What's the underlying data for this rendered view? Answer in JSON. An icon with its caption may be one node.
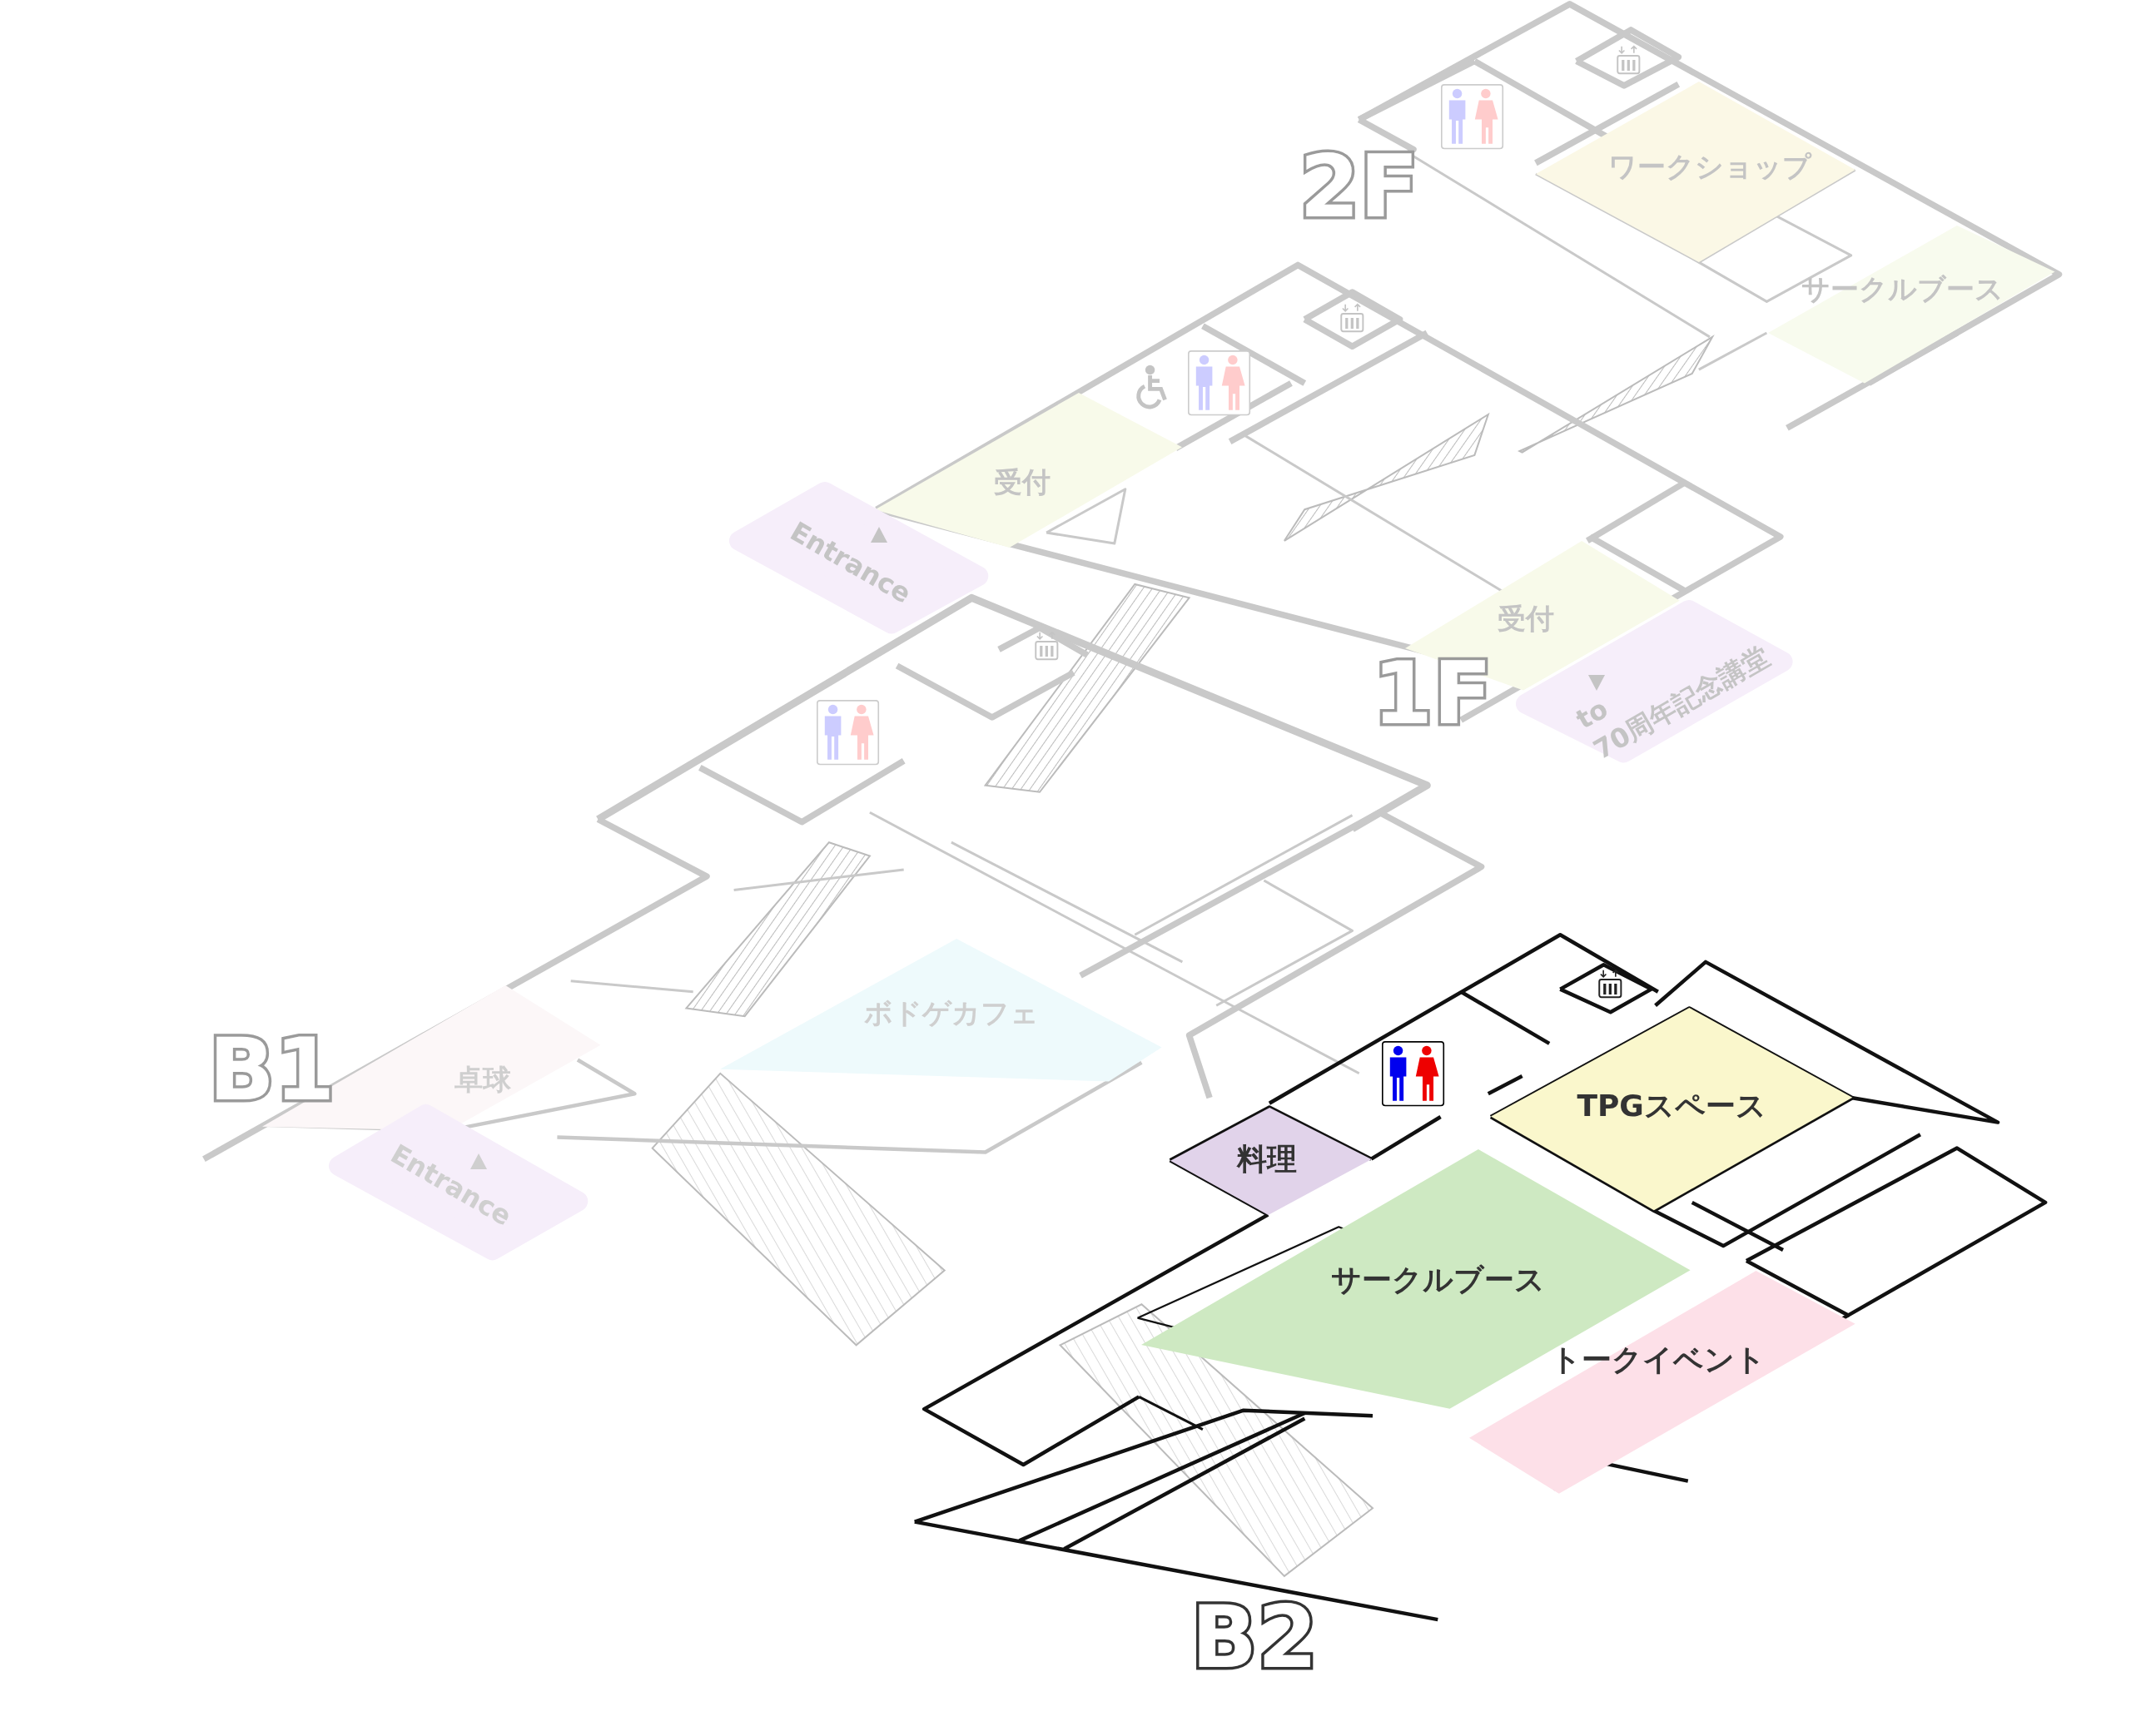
{
  "diagram": {
    "nodes": [
      {
        "text": [
          "ワークショップ"
        ]
      },
      {
        "text": [
          "サークルブース"
        ]
      },
      {
        "text": [
          "受付"
        ]
      },
      {
        "text": [
          "受付"
        ]
      },
      {
        "text": [
          "Entrance"
        ]
      },
      {
        "text": [
          "to 70周年記念講堂"
        ]
      },
      {
        "text": [
          "卓球"
        ]
      },
      {
        "text": [
          "Entrance"
        ]
      },
      {
        "text": [
          "ボドゲカフェ"
        ]
      },
      {
        "text": [
          "料理"
        ]
      },
      {
        "text": [
          "TPGスペース"
        ]
      },
      {
        "text": [
          "サークルブース"
        ]
      },
      {
        "text": [
          "トークイベント"
        ]
      }
    ],
    "labels": [
      "2F",
      "1F",
      "B1",
      "B2"
    ]
  }
}
